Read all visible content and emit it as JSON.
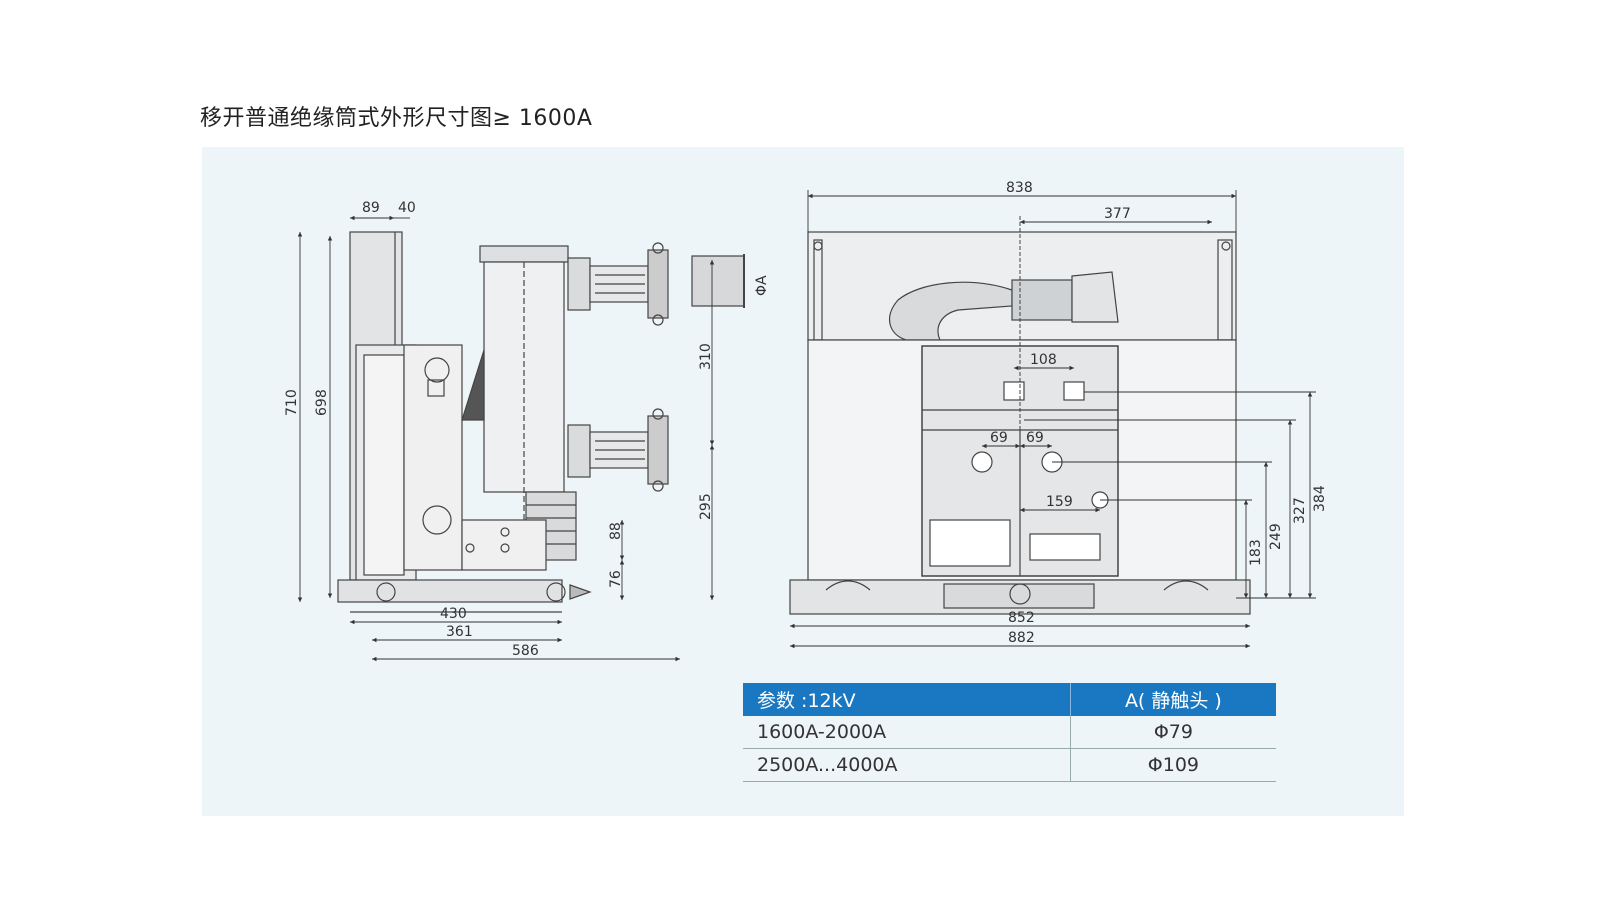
{
  "title": "移开普通绝缘筒式外形尺寸图≥ 1600A",
  "left_view": {
    "dims": {
      "d89": "89",
      "d40": "40",
      "d710": "710",
      "d698": "698",
      "d310": "310",
      "d295": "295",
      "d88": "88",
      "d76": "76",
      "d430": "430",
      "d361": "361",
      "d586": "586",
      "phiA": "ΦA"
    }
  },
  "right_view": {
    "dims": {
      "d838": "838",
      "d377": "377",
      "d108": "108",
      "d69a": "69",
      "d69b": "69",
      "d159": "159",
      "d384": "384",
      "d327": "327",
      "d249": "249",
      "d183": "183",
      "d852": "852",
      "d882": "882"
    }
  },
  "table": {
    "header": [
      "参数 :12kV",
      "A( 静触头 )"
    ],
    "rows": [
      [
        "1600A-2000A",
        "Φ79"
      ],
      [
        "2500A...4000A",
        "Φ109"
      ]
    ]
  },
  "colors": {
    "panel_bg": "#eef5f8",
    "table_header": "#1a78c2",
    "line": "#444444"
  }
}
